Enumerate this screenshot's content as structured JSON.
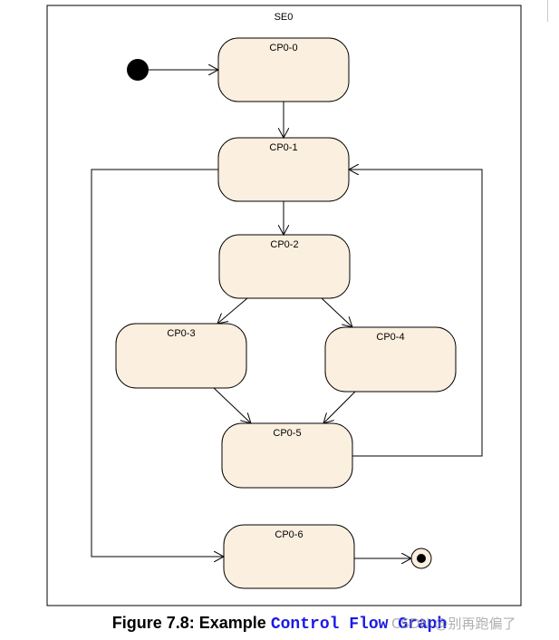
{
  "diagram": {
    "container_label": "SE0",
    "states": [
      {
        "id": "cp0-0",
        "label": "CP0-0"
      },
      {
        "id": "cp0-1",
        "label": "CP0-1"
      },
      {
        "id": "cp0-2",
        "label": "CP0-2"
      },
      {
        "id": "cp0-3",
        "label": "CP0-3"
      },
      {
        "id": "cp0-4",
        "label": "CP0-4"
      },
      {
        "id": "cp0-5",
        "label": "CP0-5"
      },
      {
        "id": "cp0-6",
        "label": "CP0-6"
      }
    ],
    "transitions": [
      {
        "from": "initial",
        "to": "CP0-0"
      },
      {
        "from": "CP0-0",
        "to": "CP0-1"
      },
      {
        "from": "CP0-1",
        "to": "CP0-2"
      },
      {
        "from": "CP0-2",
        "to": "CP0-3"
      },
      {
        "from": "CP0-2",
        "to": "CP0-4"
      },
      {
        "from": "CP0-3",
        "to": "CP0-5"
      },
      {
        "from": "CP0-4",
        "to": "CP0-5"
      },
      {
        "from": "CP0-5",
        "to": "CP0-1"
      },
      {
        "from": "CP0-1",
        "to": "CP0-6"
      },
      {
        "from": "CP0-6",
        "to": "final"
      }
    ],
    "colors": {
      "state_fill": "#fbefdf",
      "stroke": "#000000",
      "caption_code": "#1a1ae6"
    }
  },
  "caption": {
    "prefix": "Figure 7.8: Example ",
    "code": "Control Flow Graph"
  },
  "watermark": "CSDN @别再跑偏了"
}
